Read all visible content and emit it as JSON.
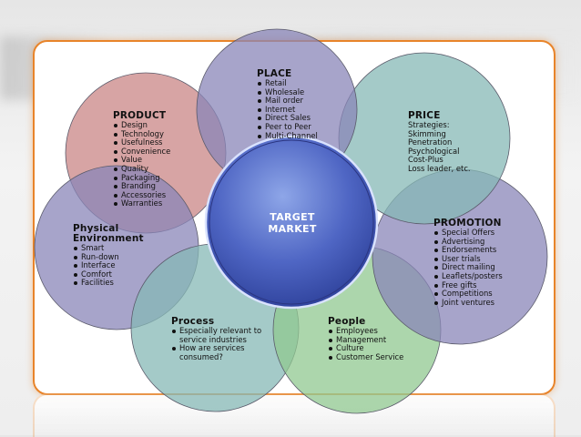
{
  "center": {
    "line1": "TARGET",
    "line2": "MARKET"
  },
  "segments": {
    "place": {
      "title": "PLACE",
      "items": [
        "Retail",
        "Wholesale",
        "Mail order",
        "Internet",
        "Direct Sales",
        "Peer to Peer",
        "Multi-Channel"
      ],
      "color": "#8a86b8"
    },
    "product": {
      "title": "PRODUCT",
      "items": [
        "Design",
        "Technology",
        "Usefulness",
        "Convenience",
        "Value",
        "Quality",
        "Packaging",
        "Branding",
        "Accessories",
        "Warranties"
      ],
      "color": "#c98686"
    },
    "price": {
      "title": "PRICE",
      "lines": [
        "Strategies:",
        "Skimming",
        "Penetration",
        "Psychological",
        "Cost-Plus",
        "Loss leader, etc."
      ],
      "color": "#86b8b6"
    },
    "physical": {
      "title1": "Physical",
      "title2": "Environment",
      "items": [
        "Smart",
        "Run-down",
        "Interface",
        "Comfort",
        "Facilities"
      ],
      "color": "#8a86b8"
    },
    "promotion": {
      "title": "PROMOTION",
      "items": [
        "Special Offers",
        "Advertising",
        "Endorsements",
        "User trials",
        "Direct mailing",
        "Leaflets/posters",
        "Free gifts",
        "Competitions",
        "Joint ventures"
      ],
      "color": "#8a86b8"
    },
    "process": {
      "title": "Process",
      "items": [
        "Especially relevant to",
        "service industries",
        "How are services",
        "consumed?"
      ],
      "color": "#86b8b6"
    },
    "people": {
      "title": "People",
      "items": [
        "Employees",
        "Management",
        "Culture",
        "Customer Service"
      ],
      "color": "#90c890"
    }
  }
}
